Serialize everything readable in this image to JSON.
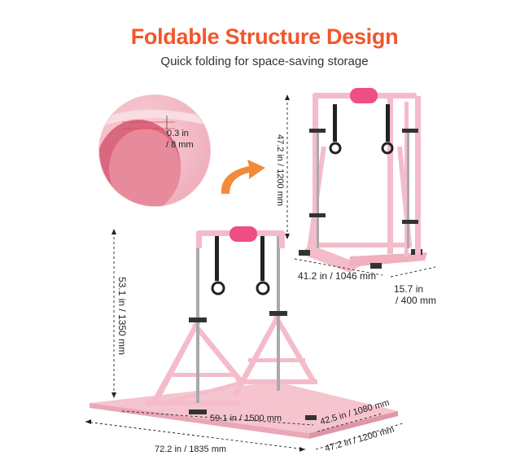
{
  "header": {
    "title": "Foldable Structure Design",
    "subtitle": "Quick folding for space-saving storage"
  },
  "mat_thickness": {
    "inch": "0.3 in",
    "mm": "/ 8 mm"
  },
  "folded_dims": {
    "height": "47.2 in / 1200 mm",
    "width": "41.2 in / 1046 mm",
    "depth_in": "15.7 in",
    "depth_mm": "/ 400 mm"
  },
  "open_dims": {
    "height": "53.1 in / 1350 mm",
    "inner_width": "59.1 in / 1500 mm",
    "inner_depth": "42.5 in / 1080 mm",
    "mat_width": "72.2 in / 1835 mm",
    "mat_depth": "47.2 in / 1200 mm"
  },
  "colors": {
    "accent": "#f2562b",
    "frame_pink": "#f4bccb",
    "mat_pink": "#f6c4cf",
    "pad_pink": "#ee4f82",
    "pole_gray": "#a9a9ad"
  }
}
